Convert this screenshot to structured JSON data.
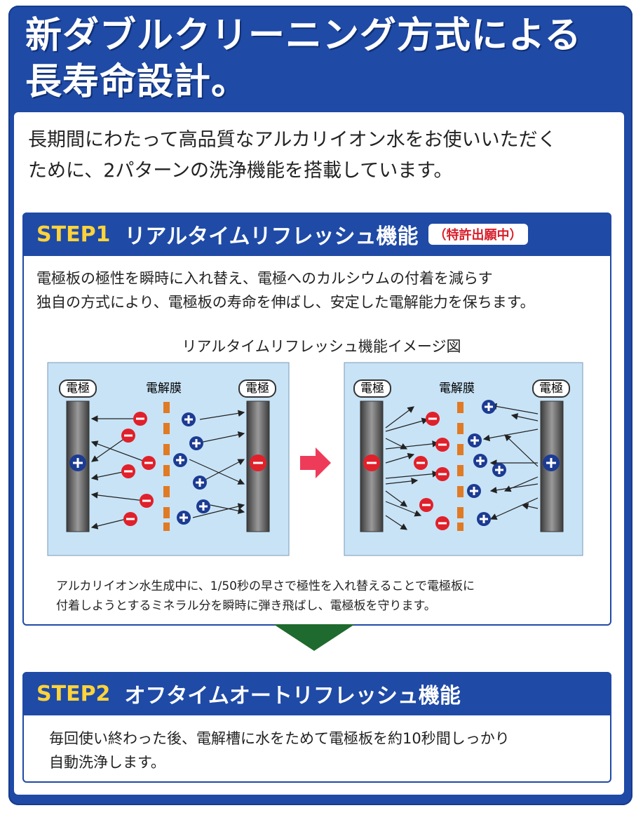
{
  "headline": {
    "line1": "新ダブルクリーニング方式による",
    "line2": "長寿命設計。"
  },
  "intro": {
    "line1": "長期間にわたって高品質なアルカリイオン水をお使いいただく",
    "line2": "ために、2パターンの洗浄機能を搭載しています。"
  },
  "step1": {
    "num": "STEP1",
    "title": "リアルタイムリフレッシュ機能",
    "note": "（特許出願中）",
    "desc_line1": "電極板の極性を瞬時に入れ替え、電極へのカルシウムの付着を減らす",
    "desc_line2": "独自の方式により、電極板の寿命を伸ばし、安定した電解能力を保ちます。",
    "diagram_title": "リアルタイムリフレッシュ機能イメージ図",
    "label_electrode": "電極",
    "label_membrane": "電解膜",
    "caption_line1": "アルカリイオン水生成中に、1/50秒の早さで極性を入れ替えることで電極板に",
    "caption_line2": "付着しようとするミネラル分を瞬時に弾き飛ばし、電極板を守ります。"
  },
  "step2": {
    "num": "STEP2",
    "title": "オフタイムオートリフレッシュ機能",
    "desc_line1": "毎回使い終わった後、電解槽に水をためて電極板を約10秒間しっかり",
    "desc_line2": "自動洗浄します。"
  },
  "colors": {
    "brand_blue": "#1f4aa6",
    "step_yellow": "#ffd33a",
    "patent_red": "#d81e2a",
    "diagram_bg": "#c8e3f6",
    "negative_ion": "#e0202a",
    "positive_ion": "#1c3b92",
    "membrane": "#e07a24",
    "arrow_green": "#1f6a2e",
    "arrow_pink": "#ef3b5a"
  }
}
